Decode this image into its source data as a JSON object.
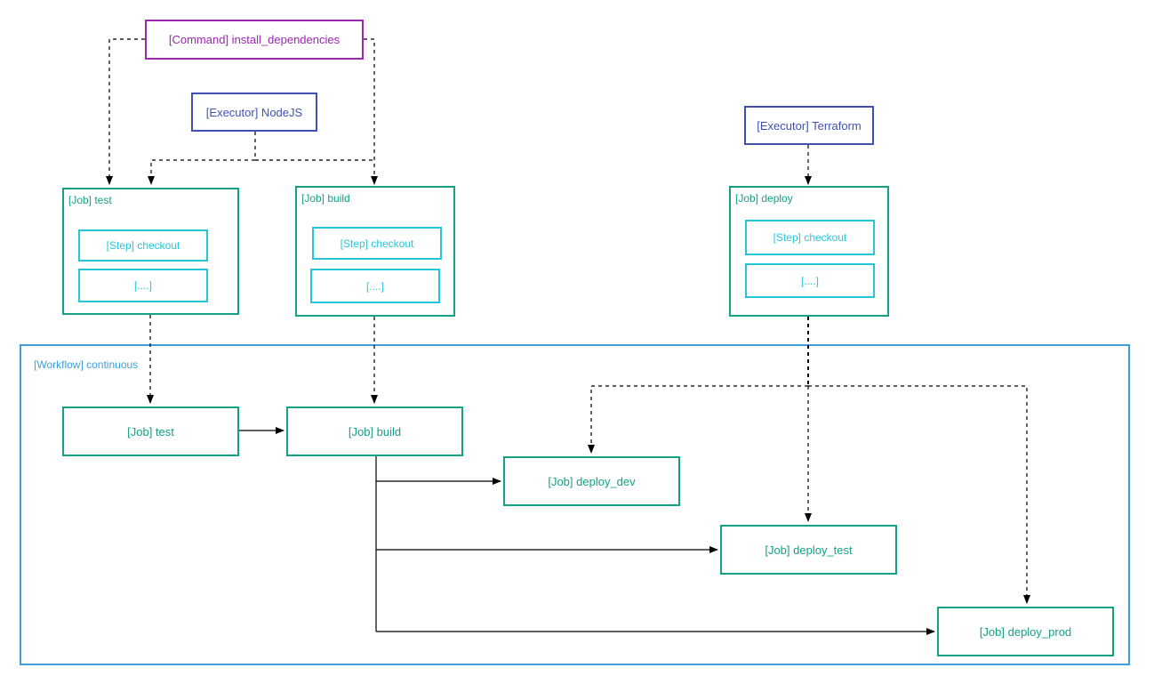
{
  "command": {
    "label": "[Command] install_dependencies"
  },
  "executors": {
    "nodejs": "[Executor] NodeJS",
    "terraform": "[Executor] Terraform"
  },
  "job_defs": {
    "test": {
      "title": "[Job] test",
      "step": "[Step] checkout",
      "more": "[....]"
    },
    "build": {
      "title": "[Job] build",
      "step": "[Step] checkout",
      "more": "[....]"
    },
    "deploy": {
      "title": "[Job] deploy",
      "step": "[Step] checkout",
      "more": "[....]"
    }
  },
  "workflow": {
    "label": "[Workflow] continuous",
    "jobs": {
      "test": "[Job] test",
      "build": "[Job] build",
      "deploy_dev": "[Job] deploy_dev",
      "deploy_test": "[Job] deploy_test",
      "deploy_prod": "[Job] deploy_prod"
    }
  },
  "colors": {
    "command": "#9c27b0",
    "executor": "#3f51b5",
    "job": "#16a085",
    "step": "#26c6da",
    "workflow": "#3f9fdb",
    "edge": "#000000"
  }
}
